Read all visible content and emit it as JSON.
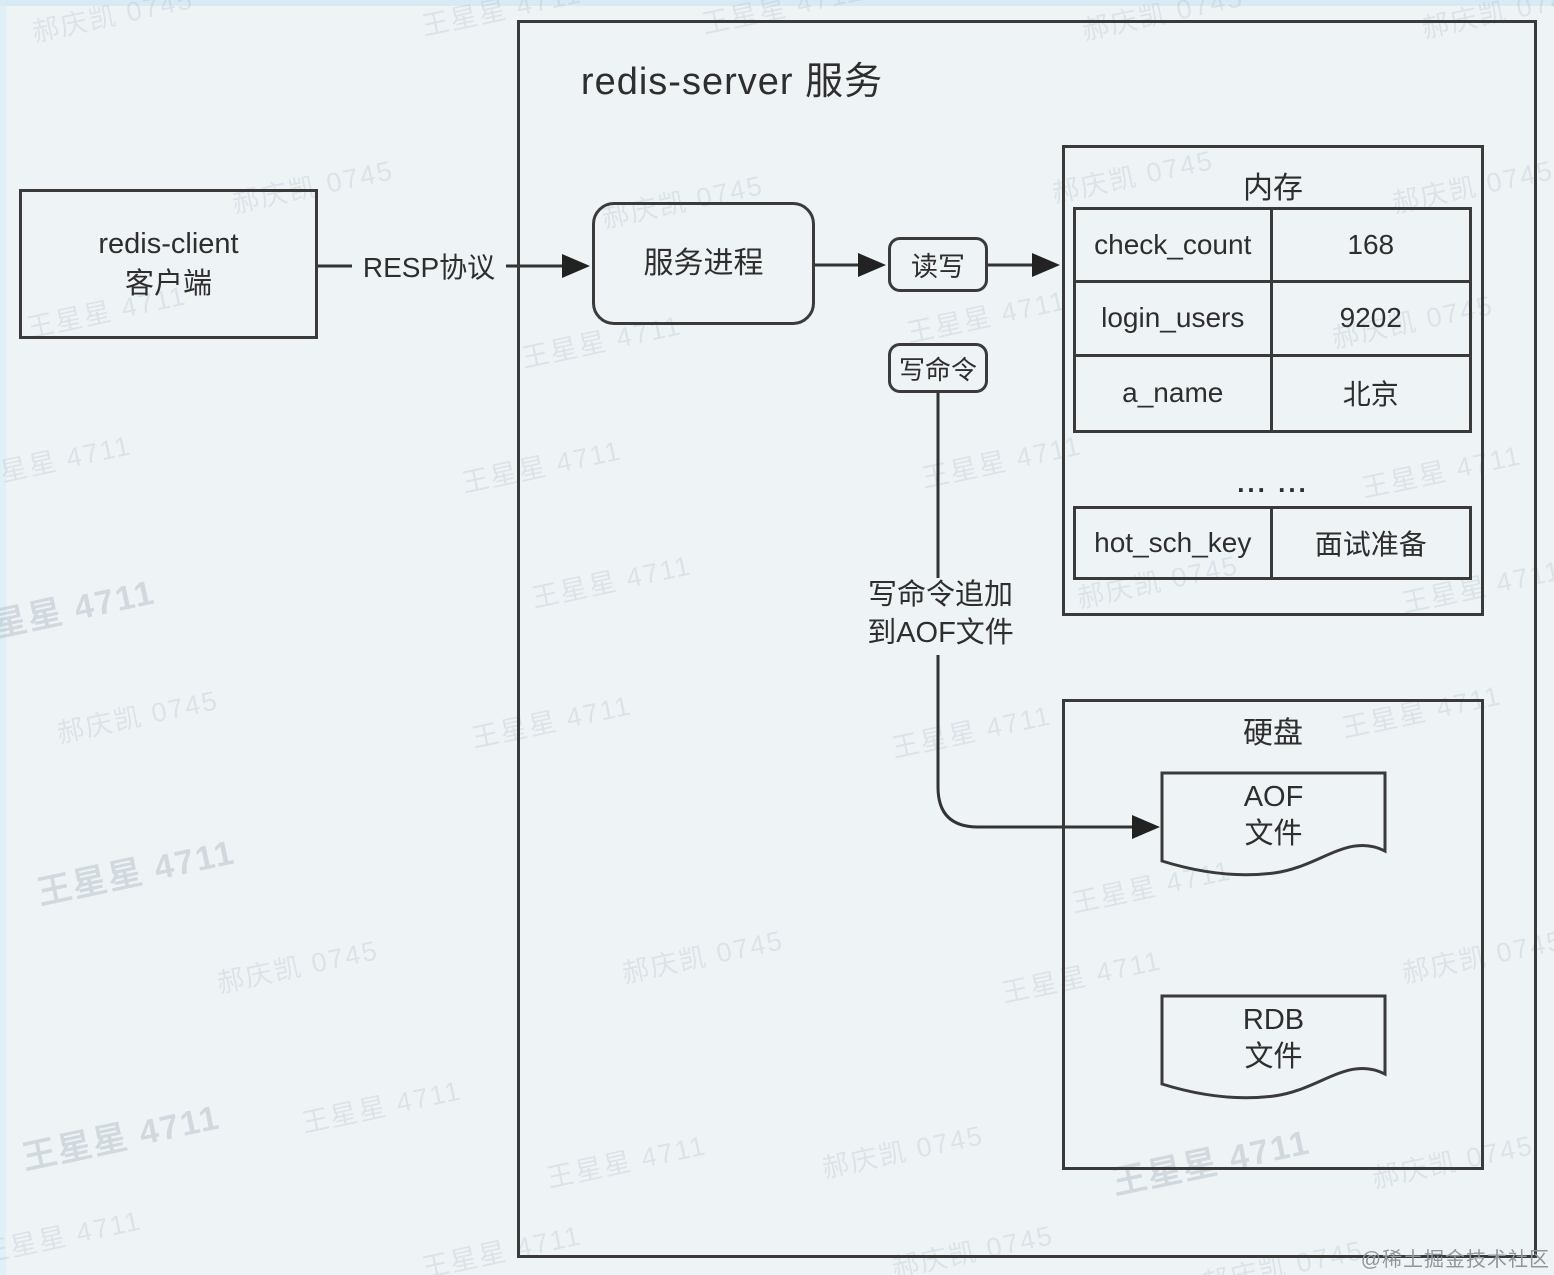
{
  "diagram": {
    "title": "redis-server 服务",
    "client": {
      "line1": "redis-client",
      "line2": "客户端"
    },
    "resp_label": "RESP协议",
    "process_label": "服务进程",
    "read_write_label": "读写",
    "write_cmd_label": "写命令",
    "aof_note_line1": "写命令追加",
    "aof_note_line2": "到AOF文件",
    "memory": {
      "title": "内存",
      "rows": [
        {
          "key": "check_count",
          "value": "168"
        },
        {
          "key": "login_users",
          "value": "9202"
        },
        {
          "key": "a_name",
          "value": "北京"
        }
      ],
      "ellipsis": "... ...",
      "hot_row": {
        "key": "hot_sch_key",
        "value": "面试准备"
      }
    },
    "disk": {
      "title": "硬盘",
      "aof_file": {
        "line1": "AOF",
        "line2": "文件"
      },
      "rdb_file": {
        "line1": "RDB",
        "line2": "文件"
      }
    }
  },
  "watermarks": {
    "a": "王星星 4711",
    "b": "郝庆凯 0745"
  },
  "credit": "@稀土掘金技术社区"
}
